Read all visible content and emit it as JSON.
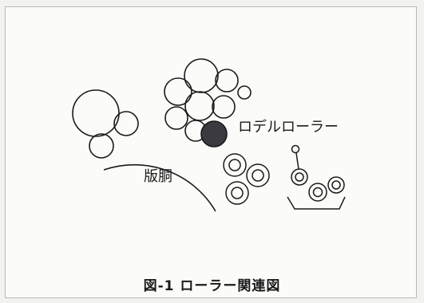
{
  "figure": {
    "caption": "図-1 ローラー関連図",
    "labels": {
      "plate_cylinder": "版胴",
      "rodel_roller": "ロデルローラー"
    }
  },
  "colors": {
    "line": "#1a1a1a",
    "rodel_fill": "#3a3a40",
    "background": "#fbfbf9"
  }
}
